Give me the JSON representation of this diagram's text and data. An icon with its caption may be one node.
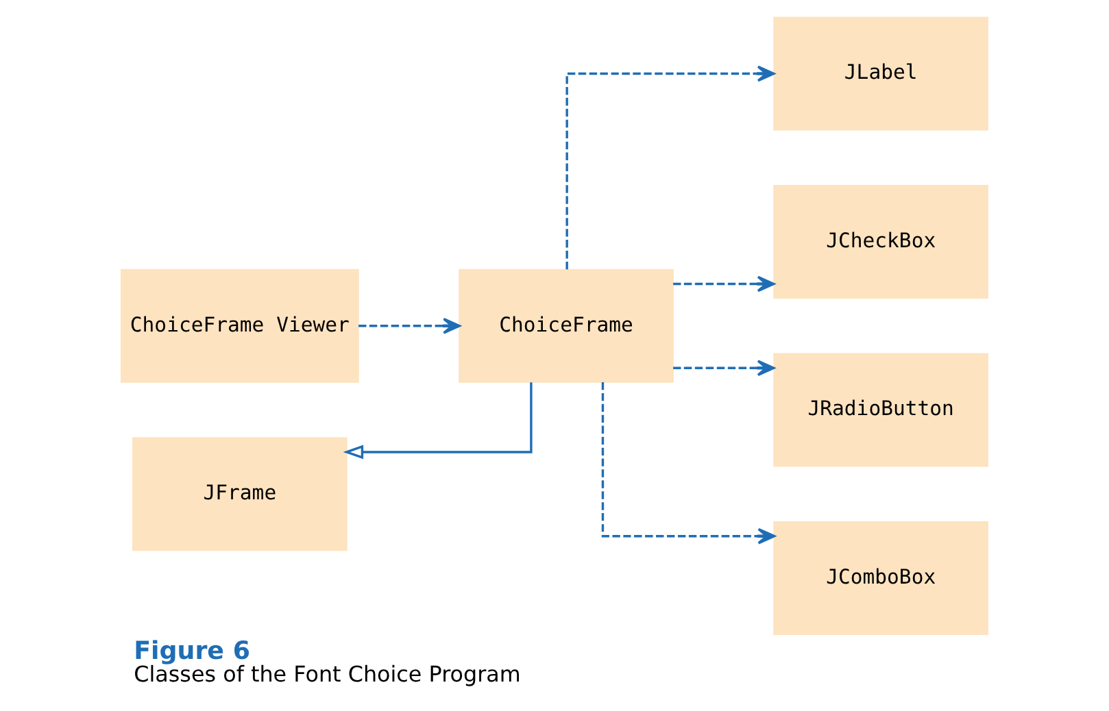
{
  "diagram": {
    "title": "Figure 6",
    "caption": "Classes of the Font Choice Program",
    "nodes": [
      {
        "text": [
          "ChoiceFrame Viewer"
        ]
      },
      {
        "text": [
          "ChoiceFrame"
        ]
      },
      {
        "text": [
          "JFrame"
        ]
      },
      {
        "text": [
          "JLabel"
        ]
      },
      {
        "text": [
          "JCheckBox"
        ]
      },
      {
        "text": [
          "JRadioButton"
        ]
      },
      {
        "text": [
          "JComboBox"
        ]
      }
    ],
    "edges": [
      {
        "from": 0,
        "to": 1,
        "arrow": "to",
        "style": "dashed"
      },
      {
        "from": 1,
        "to": 2,
        "arrow": "to"
      },
      {
        "from": 1,
        "to": 3,
        "arrow": "to",
        "style": "dashed"
      },
      {
        "from": 1,
        "to": 4,
        "arrow": "to",
        "style": "dashed"
      },
      {
        "from": 1,
        "to": 5,
        "arrow": "to",
        "style": "dashed"
      },
      {
        "from": 1,
        "to": 6,
        "arrow": "to",
        "style": "dashed"
      }
    ]
  }
}
